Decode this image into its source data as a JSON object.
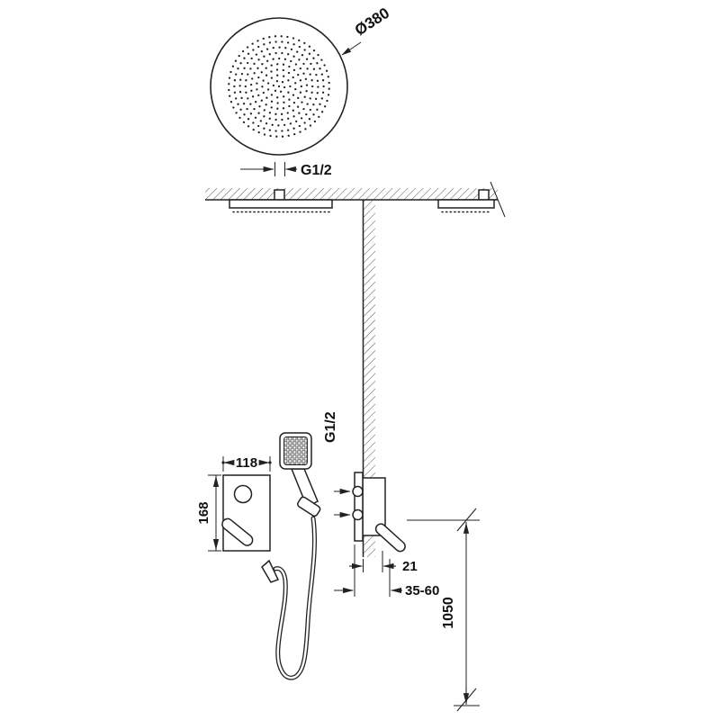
{
  "meta": {
    "title": "Concealed shower set technical drawing"
  },
  "labels": {
    "head_diameter": "Ø380",
    "head_thread": "G1/2",
    "valve_thread": "G1/2",
    "trim_width": "118",
    "trim_height": "168",
    "wall_offset": "21",
    "install_depth": "35-60",
    "hose_drop": "1050"
  },
  "colors": {
    "line": "#222222",
    "text": "#111111",
    "background": "#ffffff"
  }
}
